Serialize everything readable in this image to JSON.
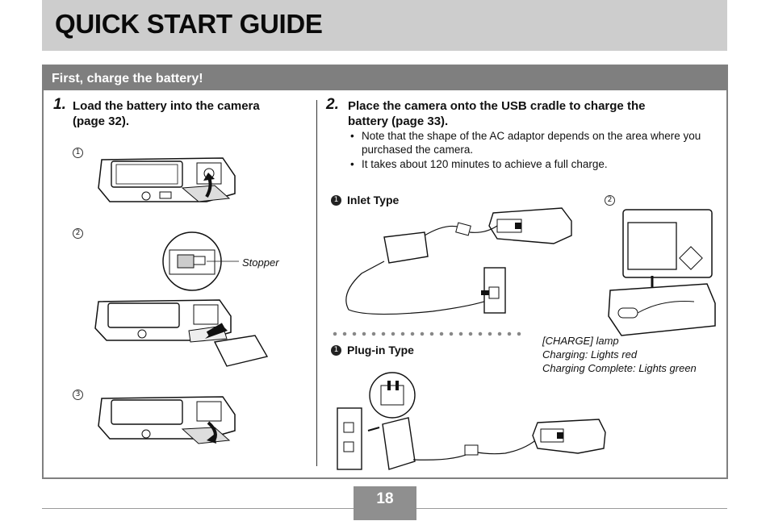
{
  "page": {
    "title": "QUICK START GUIDE",
    "section_header": "First, charge the battery!",
    "page_number": "18"
  },
  "step1": {
    "number": "1.",
    "text_line1": "Load the battery into the camera",
    "text_line2": "(page 32).",
    "markers": [
      "1",
      "2",
      "3"
    ],
    "stopper_label": "Stopper"
  },
  "step2": {
    "number": "2.",
    "text_line1": "Place the camera onto the USB cradle to charge the",
    "text_line2": "battery (page 33).",
    "bullets": [
      "Note that the shape of the AC adaptor depends on the area where you purchased the camera.",
      "It takes about 120 minutes to achieve a full charge."
    ],
    "inlet_marker": "1",
    "inlet_label": "Inlet Type",
    "cradle_marker": "2",
    "plugin_marker": "1",
    "plugin_label": "Plug-in Type",
    "charge_lamp": "[CHARGE] lamp",
    "charging": "Charging: Lights red",
    "charging_complete": "Charging Complete: Lights green"
  }
}
